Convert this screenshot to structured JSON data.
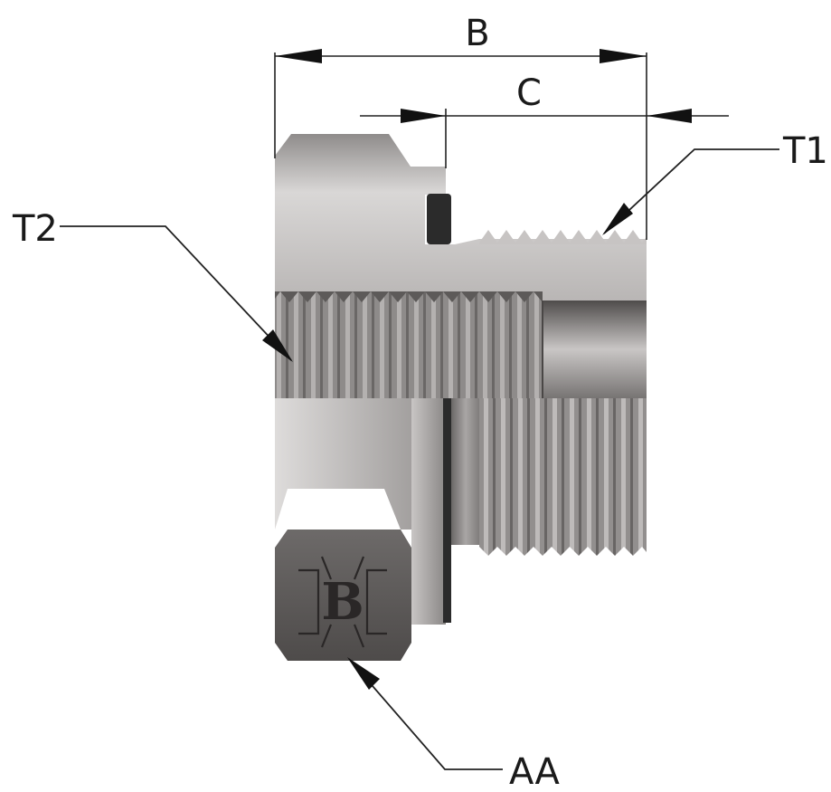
{
  "labels": {
    "b": "B",
    "c": "C",
    "t1": "T1",
    "t2": "T2",
    "aa": "AA"
  },
  "logo_text": "B",
  "colors": {
    "body_light": "#c8c6c4",
    "body_mid": "#9b9896",
    "body_dark": "#5d5a59",
    "seal": "#2b2b2b",
    "line": "#222222"
  }
}
